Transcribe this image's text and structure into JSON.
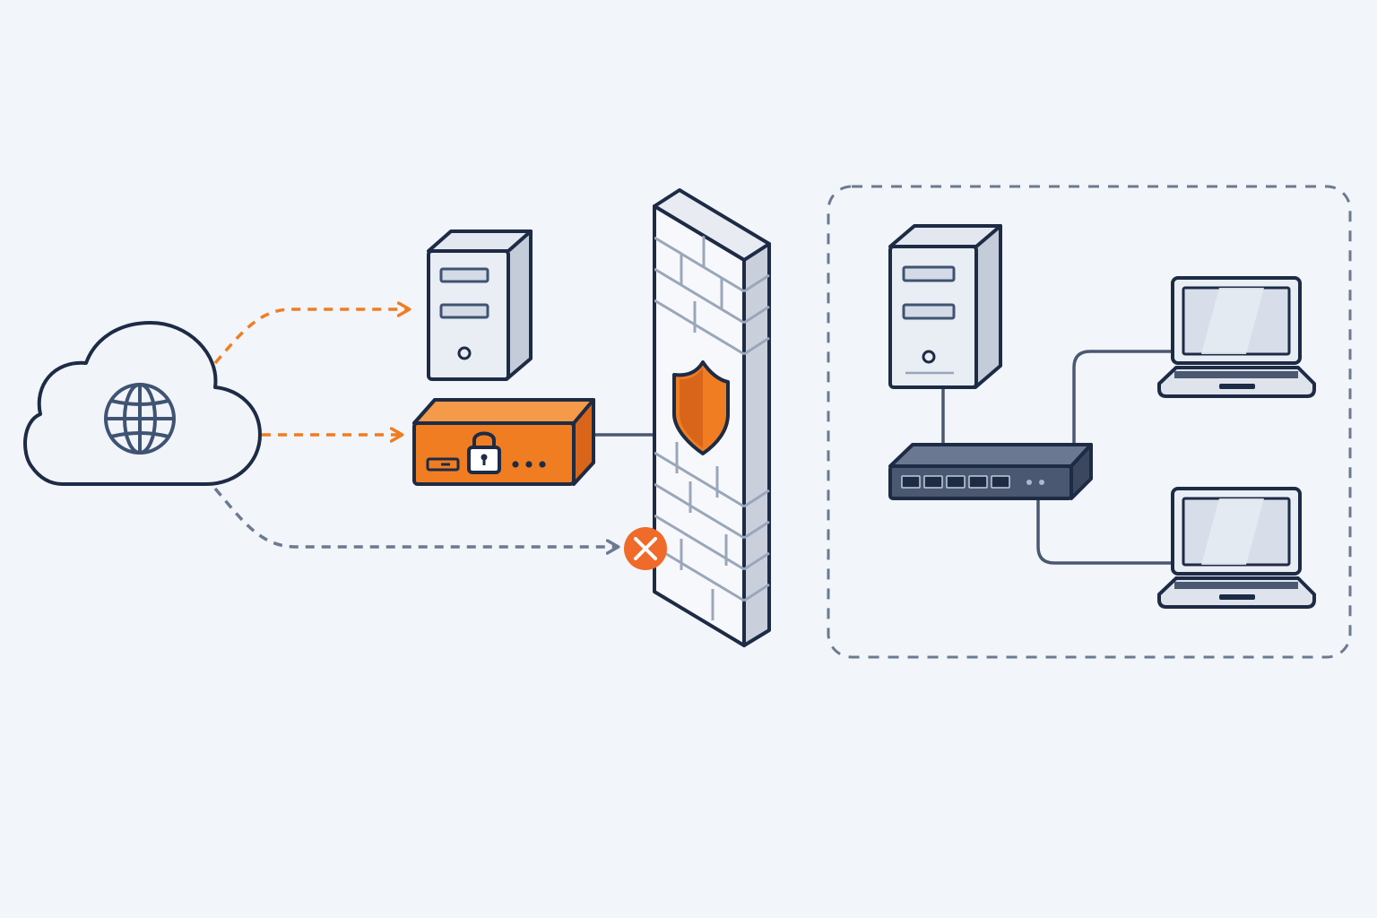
{
  "colors": {
    "background": "#f2f5f9",
    "outline": "#1d2b45",
    "accent_orange": "#f07d22",
    "orange_dark": "#d9651a",
    "slate": "#6b7a90",
    "device_light": "#e9edf4",
    "device_side": "#c4ccd9",
    "switch_body": "#4a5872",
    "wall_brick": "#f7f8fb",
    "blocked_red": "#f06a2a"
  },
  "nodes": [
    {
      "id": "internet",
      "icon": "cloud-globe-icon"
    },
    {
      "id": "dmz-server",
      "icon": "server-tower-icon"
    },
    {
      "id": "vpn-gateway",
      "icon": "padlock-router-icon"
    },
    {
      "id": "firewall",
      "icon": "brick-wall-shield-icon"
    },
    {
      "id": "internal-server",
      "icon": "server-tower-icon"
    },
    {
      "id": "network-switch",
      "icon": "switch-icon"
    },
    {
      "id": "laptop-1",
      "icon": "laptop-icon"
    },
    {
      "id": "laptop-2",
      "icon": "laptop-icon"
    },
    {
      "id": "private-network",
      "icon": "dashed-zone"
    }
  ],
  "flows": [
    {
      "from": "internet",
      "to": "dmz-server",
      "style": "dashed",
      "color": "#f07d22",
      "status": "allowed"
    },
    {
      "from": "internet",
      "to": "vpn-gateway",
      "style": "dashed",
      "color": "#f07d22",
      "status": "allowed"
    },
    {
      "from": "internet",
      "to": "firewall",
      "style": "dashed",
      "color": "#6b7a90",
      "status": "blocked"
    }
  ],
  "links": [
    {
      "from": "vpn-gateway",
      "to": "firewall",
      "style": "solid"
    },
    {
      "from": "internal-server",
      "to": "network-switch",
      "style": "solid"
    },
    {
      "from": "network-switch",
      "to": "laptop-1",
      "style": "solid"
    },
    {
      "from": "network-switch",
      "to": "laptop-2",
      "style": "solid"
    }
  ]
}
